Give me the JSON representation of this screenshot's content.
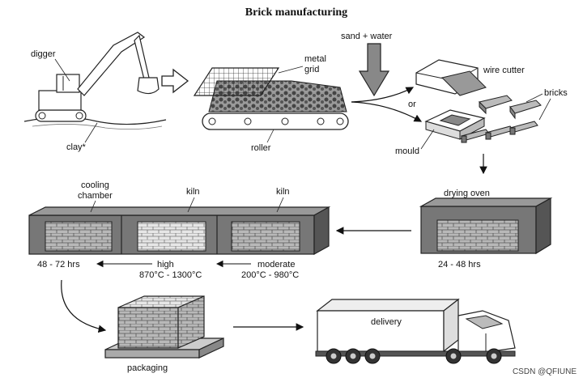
{
  "title": "Brick manufacturing",
  "labels": {
    "digger": "digger",
    "clay": "clay*",
    "metal_grid": "metal\ngrid",
    "roller": "roller",
    "sand_water": "sand + water",
    "wire_cutter": "wire cutter",
    "or": "or",
    "bricks": "bricks",
    "mould": "mould",
    "drying_oven": "drying oven",
    "drying_time": "24 - 48 hrs",
    "cooling_chamber": "cooling\nchamber",
    "kiln_high": "kiln",
    "kiln_moderate": "kiln",
    "cooling_time": "48 - 72 hrs",
    "high": "high",
    "high_temp": "870°C - 1300°C",
    "moderate": "moderate",
    "moderate_temp": "200°C - 980°C",
    "packaging": "packaging",
    "delivery": "delivery"
  },
  "watermark": "CSDN @QFIUNE"
}
